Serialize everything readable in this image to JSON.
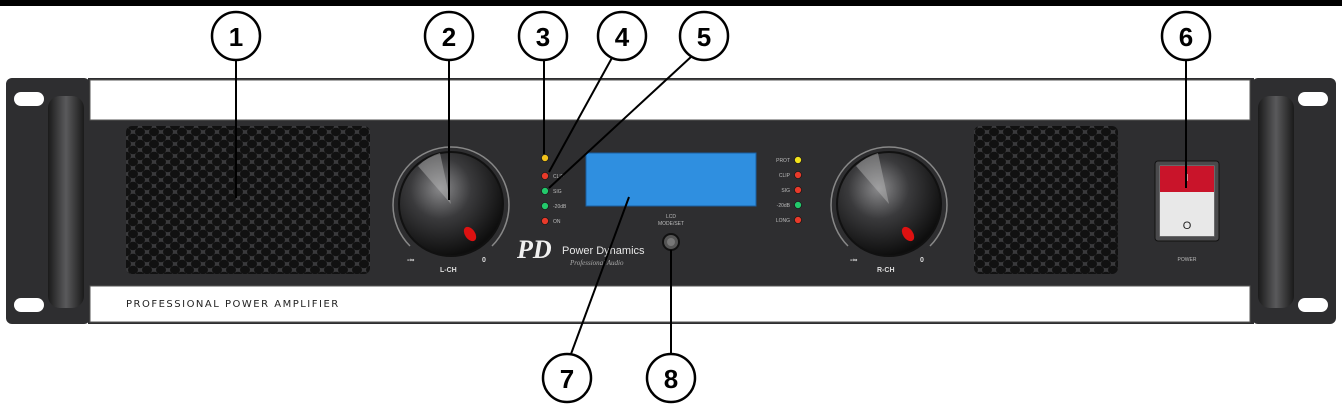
{
  "callouts": [
    {
      "number": "1",
      "target": "ventilation-grille-left"
    },
    {
      "number": "2",
      "target": "gain-knob-left"
    },
    {
      "number": "3",
      "target": "led-left-top"
    },
    {
      "number": "4",
      "target": "led-left-clip"
    },
    {
      "number": "5",
      "target": "led-left-signal"
    },
    {
      "number": "6",
      "target": "power-switch"
    },
    {
      "number": "7",
      "target": "lcd-display"
    },
    {
      "number": "8",
      "target": "mode-button"
    }
  ],
  "panel": {
    "label": "PROFESSIONAL POWER AMPLIFIER",
    "brand_name": "Power Dynamics",
    "brand_sub": "Professional Audio",
    "brand_logo": "PD",
    "knob_left_label": "L-CH",
    "knob_right_label": "R-CH",
    "knob_min": "-∞",
    "knob_max": "0",
    "mode_label": "LCD",
    "mode_sub": "MODE/SET",
    "power_label": "POWER",
    "switch_on": "I",
    "switch_off": "O",
    "left_leds": [
      {
        "label": "",
        "color": "#f2c21b"
      },
      {
        "label": "CLIP",
        "color": "#e83a2a"
      },
      {
        "label": "SIG",
        "color": "#23c96b"
      },
      {
        "label": "-20dB",
        "color": "#23c96b"
      },
      {
        "label": "ON",
        "color": "#e83a2a"
      }
    ],
    "right_leds": [
      {
        "label": "PROT",
        "color": "#f2e21b"
      },
      {
        "label": "CLIP",
        "color": "#e83a2a"
      },
      {
        "label": "SIG",
        "color": "#e83a2a"
      },
      {
        "label": "-20dB",
        "color": "#23c96b"
      },
      {
        "label": "LONG",
        "color": "#e83a2a"
      }
    ],
    "colors": {
      "chassis": "#2e2e30",
      "lcd": "#2f8fe0",
      "strip": "#ffffff"
    }
  }
}
